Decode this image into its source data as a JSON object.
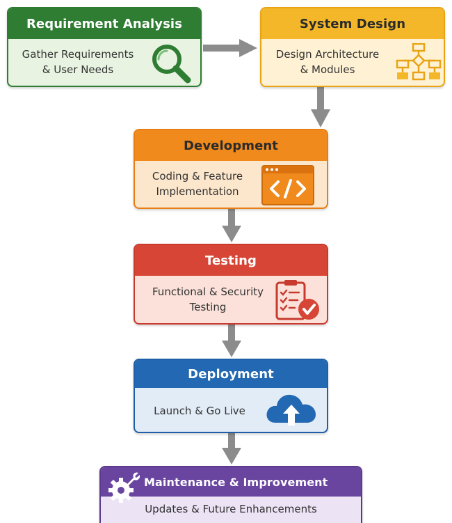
{
  "stages": [
    {
      "title": "Requirement Analysis",
      "description": "Gather Requirements\n& User Needs",
      "icon": "magnifying-glass-icon",
      "color": "#2e7d32"
    },
    {
      "title": "System Design",
      "description": "Design Architecture\n& Modules",
      "icon": "flowchart-icon",
      "color": "#f4b72a"
    },
    {
      "title": "Development",
      "description": "Coding & Feature\nImplementation",
      "icon": "code-window-icon",
      "color": "#f08a1c"
    },
    {
      "title": "Testing",
      "description": "Functional & Security\nTesting",
      "icon": "checklist-icon",
      "color": "#d64535"
    },
    {
      "title": "Deployment",
      "description": "Launch & Go Live",
      "icon": "cloud-upload-icon",
      "color": "#2368b3"
    },
    {
      "title": "Maintenance & Improvement",
      "description": "Updates & Future Enhancements",
      "icon": "gear-wrench-icon",
      "color": "#6a45a0"
    }
  ],
  "arrow_color": "#8c8c8c"
}
